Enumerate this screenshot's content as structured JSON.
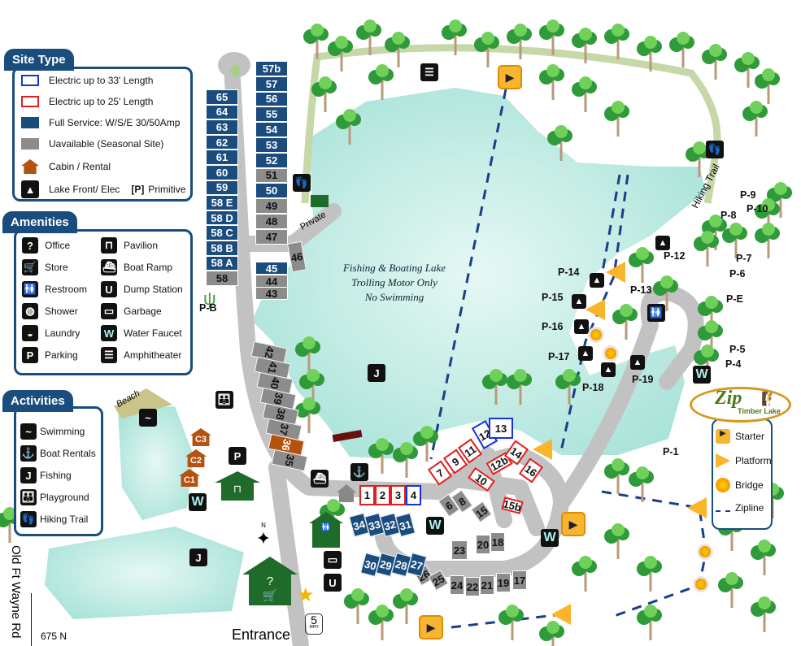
{
  "site_type": {
    "title": "Site Type",
    "items": [
      {
        "label": "Electric up to 33' Length",
        "swatch": "blue-outline"
      },
      {
        "label": "Electric up to 25' Length",
        "swatch": "red-outline"
      },
      {
        "label": "Full Service: W/S/E 30/50Amp",
        "swatch": "full"
      },
      {
        "label": "Uavailable (Seasonal Site)",
        "swatch": "seasonal"
      },
      {
        "label": "Cabin / Rental",
        "swatch": "cabin-icon"
      },
      {
        "label": "Lake Front/ Elec",
        "swatch": "tent-icon"
      }
    ],
    "primitive_code": "[P]",
    "primitive_label": "Primitive"
  },
  "amenities": {
    "title": "Amenities",
    "items": [
      {
        "label": "Office",
        "icon": "office-icon"
      },
      {
        "label": "Store",
        "icon": "store-icon"
      },
      {
        "label": "Restroom",
        "icon": "restroom-icon"
      },
      {
        "label": "Shower",
        "icon": "shower-icon"
      },
      {
        "label": "Laundry",
        "icon": "laundry-icon"
      },
      {
        "label": "Parking",
        "icon": "parking-icon"
      },
      {
        "label": "Pavilion",
        "icon": "pavilion-icon"
      },
      {
        "label": "Boat Ramp",
        "icon": "boat-ramp-icon"
      },
      {
        "label": "Dump Station",
        "icon": "dump-station-icon"
      },
      {
        "label": "Garbage",
        "icon": "garbage-icon"
      },
      {
        "label": "Water Faucet",
        "icon": "water-faucet-icon"
      },
      {
        "label": "Amphitheater",
        "icon": "amphitheater-icon"
      }
    ]
  },
  "activities": {
    "title": "Activities",
    "items": [
      {
        "label": "Swimming",
        "icon": "swimming-icon"
      },
      {
        "label": "Boat Rentals",
        "icon": "anchor-icon"
      },
      {
        "label": "Fishing",
        "icon": "fishing-icon"
      },
      {
        "label": "Playground",
        "icon": "playground-icon"
      },
      {
        "label": "Hiking Trail",
        "icon": "hiking-icon"
      }
    ]
  },
  "zipline": {
    "logo_main": "Zip",
    "logo_sub": "Timber Lake",
    "items": [
      {
        "label": "Starter",
        "icon": "starter-icon"
      },
      {
        "label": "Platform",
        "icon": "platform-icon"
      },
      {
        "label": "Bridge",
        "icon": "bridge-icon"
      },
      {
        "label": "Zipline",
        "icon": "zipline-icon"
      }
    ]
  },
  "map_labels": {
    "lake_line1": "Fishing & Boating Lake",
    "lake_line2": "Trolling Motor Only",
    "lake_line3": "No Swimming",
    "hiking_trail": "Hiking Trail",
    "private": "Private",
    "beach": "Beach",
    "entrance": "Entrance",
    "road_north": "675 N",
    "road_west": "Old Ft Wayne Rd",
    "speed_limit": "5",
    "speed_unit": "MPH",
    "compass_n": "N",
    "water": "W",
    "parking": "P"
  },
  "cabins": [
    "C3",
    "C2",
    "C1"
  ],
  "primitive_sites": [
    "P-9",
    "P-10",
    "P-8",
    "P-7",
    "P-6",
    "P-12",
    "P-14",
    "P-15",
    "P-16",
    "P-17",
    "P-18",
    "P-19",
    "P-13",
    "P-E",
    "P-5",
    "P-4",
    "P-1",
    "P-B"
  ],
  "sites": {
    "west_col": [
      {
        "n": "65",
        "t": "full"
      },
      {
        "n": "64",
        "t": "full"
      },
      {
        "n": "63",
        "t": "full"
      },
      {
        "n": "62",
        "t": "full"
      },
      {
        "n": "61",
        "t": "full"
      },
      {
        "n": "60",
        "t": "full"
      },
      {
        "n": "59",
        "t": "full"
      },
      {
        "n": "58 E",
        "t": "full"
      },
      {
        "n": "58 D",
        "t": "full"
      },
      {
        "n": "58 C",
        "t": "full"
      },
      {
        "n": "58 B",
        "t": "full"
      },
      {
        "n": "58 A",
        "t": "full"
      },
      {
        "n": "58",
        "t": "seas"
      }
    ],
    "east_col": [
      {
        "n": "57b",
        "t": "full"
      },
      {
        "n": "57",
        "t": "full"
      },
      {
        "n": "56",
        "t": "full"
      },
      {
        "n": "55",
        "t": "full"
      },
      {
        "n": "54",
        "t": "full"
      },
      {
        "n": "53",
        "t": "full"
      },
      {
        "n": "52",
        "t": "full"
      },
      {
        "n": "51",
        "t": "seas"
      },
      {
        "n": "50",
        "t": "full"
      },
      {
        "n": "49",
        "t": "seas"
      },
      {
        "n": "48",
        "t": "seas"
      },
      {
        "n": "47",
        "t": "seas"
      }
    ],
    "mid_col": [
      {
        "n": "45",
        "t": "full"
      },
      {
        "n": "44",
        "t": "seas"
      },
      {
        "n": "43",
        "t": "seas"
      },
      {
        "n": "46",
        "t": "seas"
      }
    ],
    "curve_col": [
      {
        "n": "42",
        "t": "seas"
      },
      {
        "n": "41",
        "t": "seas"
      },
      {
        "n": "40",
        "t": "seas"
      },
      {
        "n": "39",
        "t": "seas"
      },
      {
        "n": "38",
        "t": "seas"
      },
      {
        "n": "37",
        "t": "seas"
      },
      {
        "n": "36",
        "t": "cab"
      },
      {
        "n": "35",
        "t": "seas"
      }
    ],
    "lake_row": [
      {
        "n": "1",
        "t": "red"
      },
      {
        "n": "2",
        "t": "red"
      },
      {
        "n": "3",
        "t": "red"
      },
      {
        "n": "4",
        "t": "blue"
      }
    ],
    "loop": [
      {
        "n": "7",
        "t": "red"
      },
      {
        "n": "9",
        "t": "red"
      },
      {
        "n": "11",
        "t": "red"
      },
      {
        "n": "12",
        "t": "blue"
      },
      {
        "n": "13",
        "t": "blue"
      },
      {
        "n": "12b",
        "t": "red"
      },
      {
        "n": "10",
        "t": "red"
      },
      {
        "n": "14",
        "t": "red"
      },
      {
        "n": "16",
        "t": "red"
      },
      {
        "n": "15b",
        "t": "red"
      },
      {
        "n": "6",
        "t": "seas"
      },
      {
        "n": "8",
        "t": "seas"
      },
      {
        "n": "15",
        "t": "seas"
      },
      {
        "n": "23",
        "t": "seas"
      },
      {
        "n": "20",
        "t": "seas"
      },
      {
        "n": "18",
        "t": "seas"
      },
      {
        "n": "26",
        "t": "seas"
      },
      {
        "n": "25",
        "t": "seas"
      },
      {
        "n": "24",
        "t": "seas"
      },
      {
        "n": "22",
        "t": "seas"
      },
      {
        "n": "21",
        "t": "seas"
      },
      {
        "n": "19",
        "t": "seas"
      },
      {
        "n": "17",
        "t": "seas"
      }
    ],
    "full_rows": [
      {
        "n": "34",
        "t": "full"
      },
      {
        "n": "33",
        "t": "full"
      },
      {
        "n": "32",
        "t": "full"
      },
      {
        "n": "31",
        "t": "full"
      },
      {
        "n": "30",
        "t": "full"
      },
      {
        "n": "29",
        "t": "full"
      },
      {
        "n": "28",
        "t": "full"
      },
      {
        "n": "27",
        "t": "full"
      }
    ]
  },
  "colors": {
    "full": "#1b4c7e",
    "seasonal": "#8c8c8c",
    "red": "#e21e1e",
    "blue": "#1830e0",
    "cabin": "#b4520f",
    "lake": "#aee6dc",
    "road": "#c2c2c2",
    "trail": "#c6d7a8"
  }
}
